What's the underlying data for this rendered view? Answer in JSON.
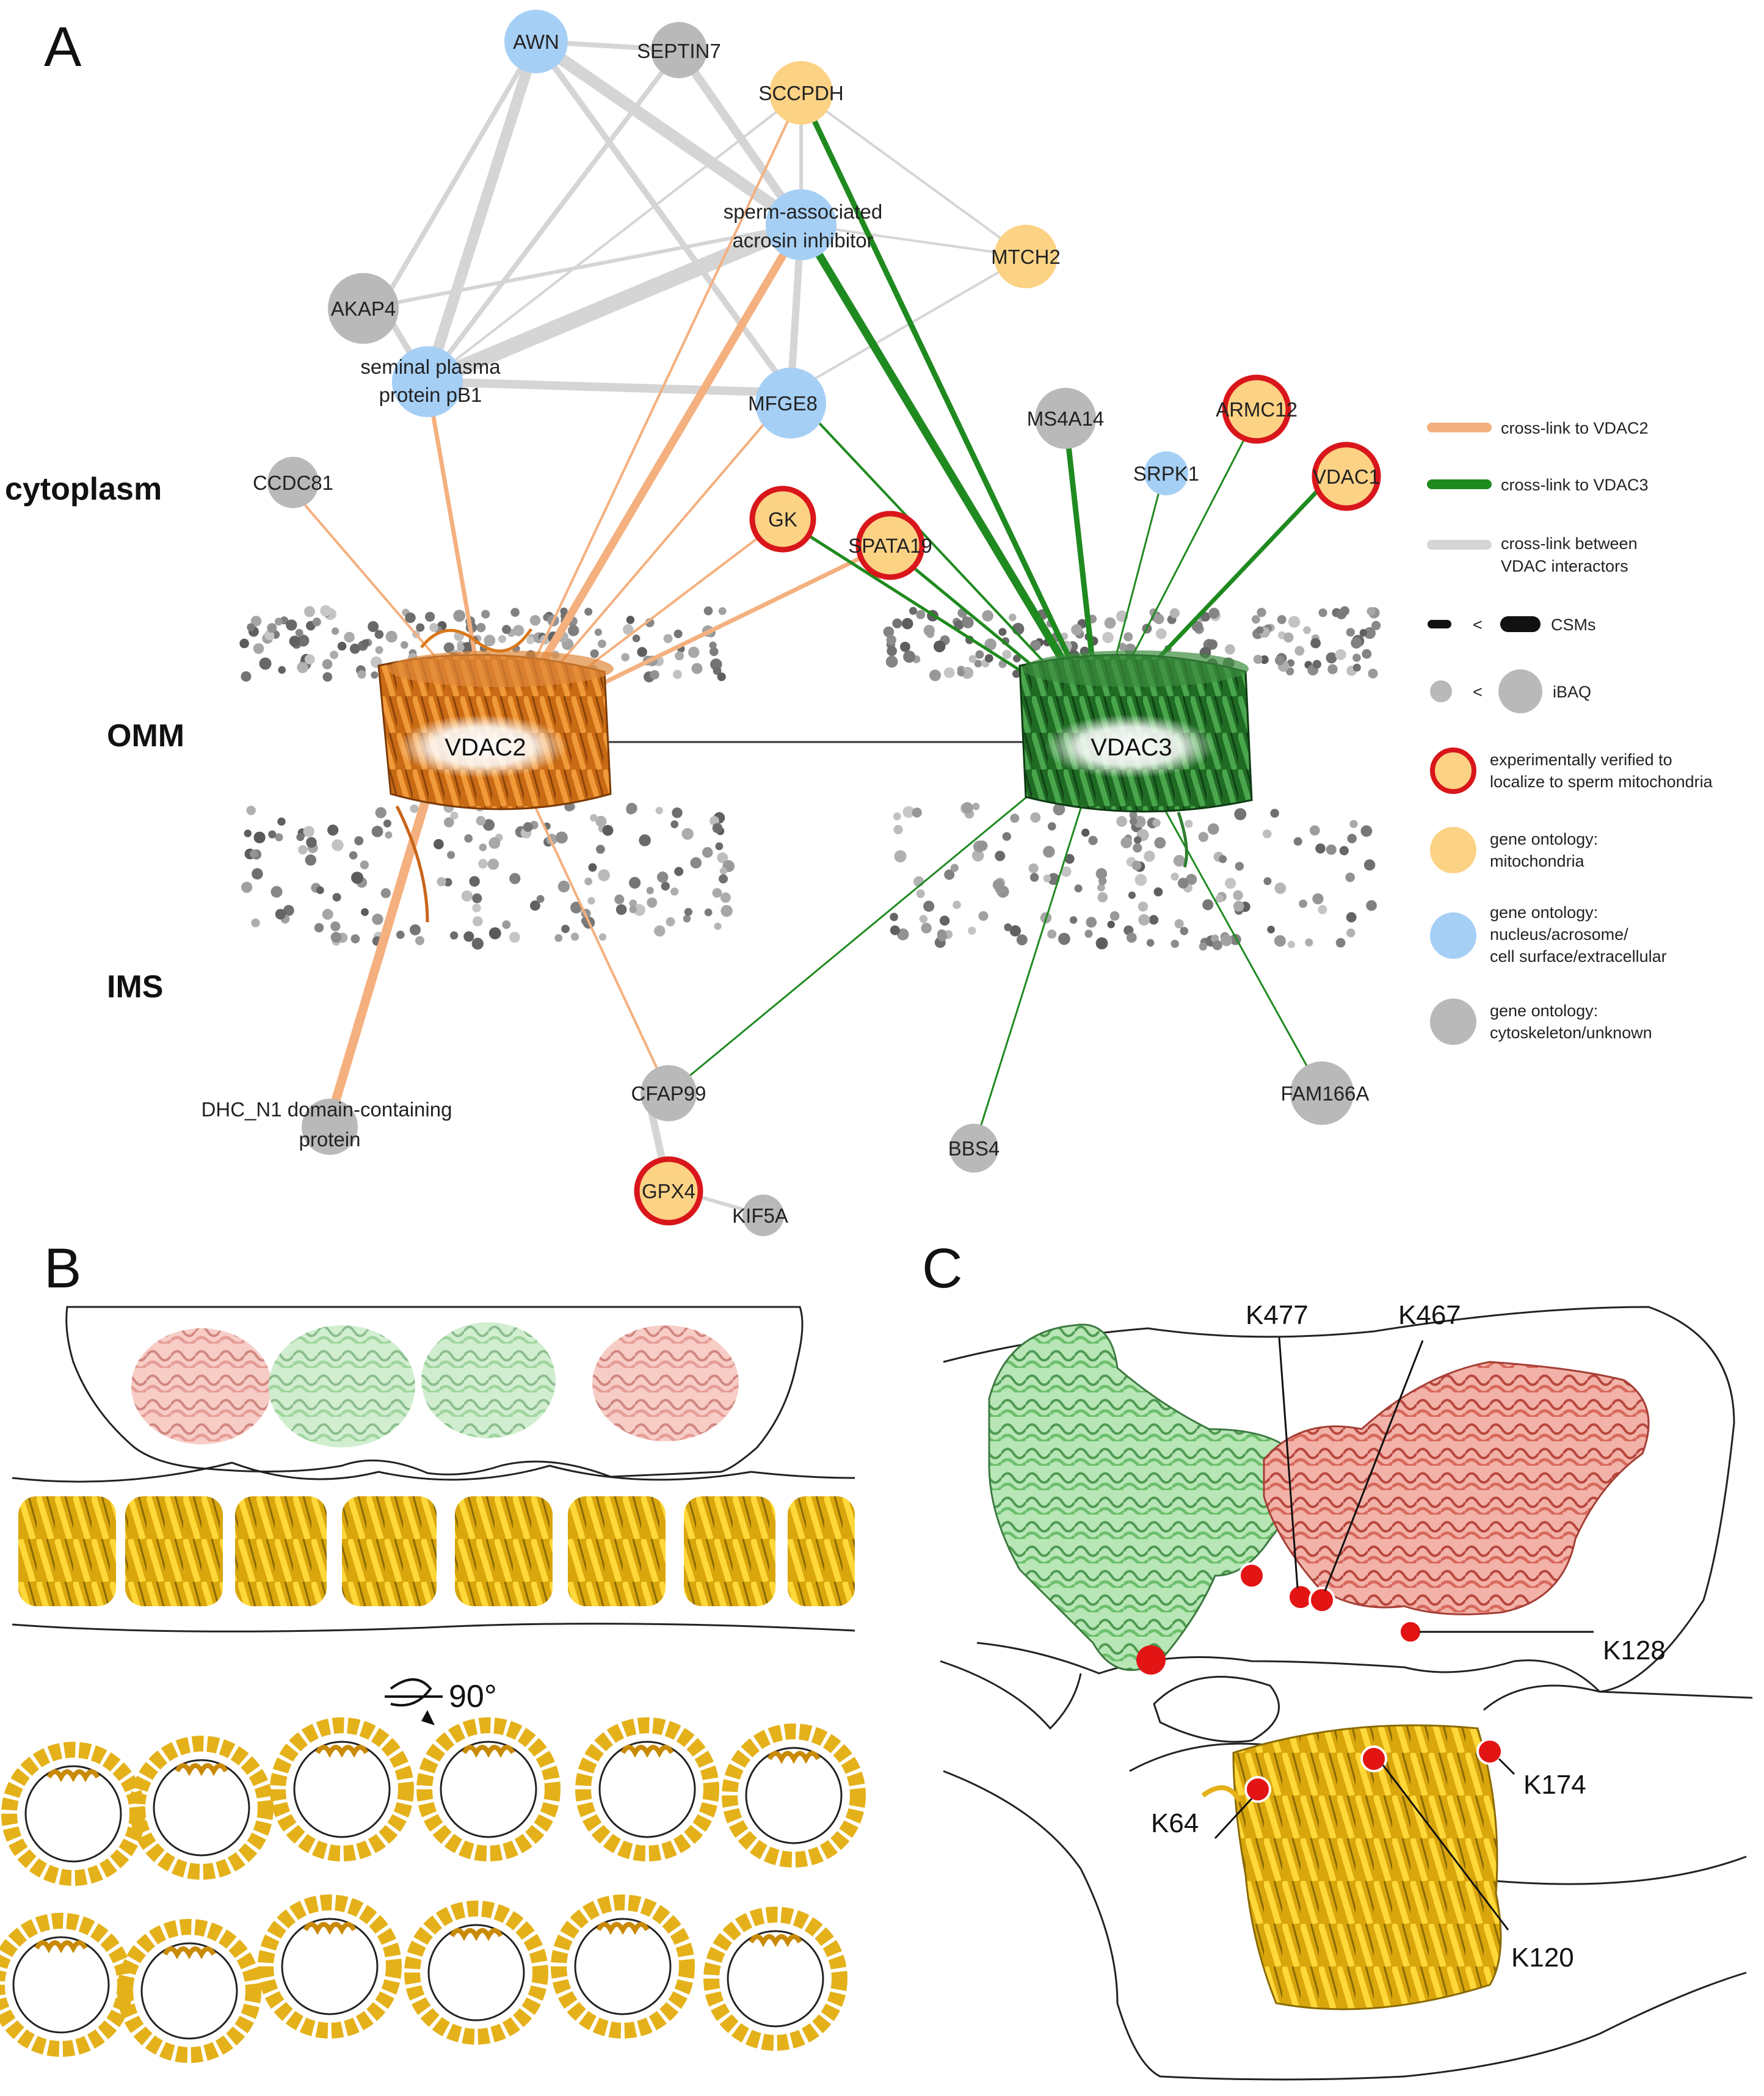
{
  "panels": {
    "a": "A",
    "b": "B",
    "c": "C"
  },
  "regions": {
    "cytoplasm": "cytoplasm",
    "omm": "OMM",
    "ims": "IMS"
  },
  "colors": {
    "vdac2_link": "#f4b07e",
    "vdac3_link": "#1f8a1f",
    "interactor_link": "#d5d5d5",
    "mito": "#fcd285",
    "nucleus": "#a6cff5",
    "cyto": "#b9b9b9",
    "verified_ring": "#d9161b",
    "vdac2_protein": "#d9781a",
    "vdac3_protein": "#2e7d2e",
    "vdac_yellow": "#f2c419",
    "green_protein": "#8fd18f",
    "salmon_protein": "#e3766b"
  },
  "hubs": {
    "vdac2": "VDAC2",
    "vdac3": "VDAC3"
  },
  "nodes": {
    "awn": "AWN",
    "septin7": "SEPTIN7",
    "sccpdh": "SCCPDH",
    "spai_1": "sperm-associated",
    "spai_2": "acrosin inhibitor",
    "mtch2": "MTCH2",
    "akap4": "AKAP4",
    "pb1_1": "seminal plasma",
    "pb1_2": "protein pB1",
    "mfge8": "MFGE8",
    "ms4a14": "MS4A14",
    "armc12": "ARMC12",
    "srpk1": "SRPK1",
    "vdac1": "VDAC1",
    "ccdc81": "CCDC81",
    "gk": "GK",
    "spata19": "SPATA19",
    "dhc_1": "DHC_N1 domain-containing",
    "dhc_2": "protein",
    "cfap99": "CFAP99",
    "bbs4": "BBS4",
    "fam166a": "FAM166A",
    "gpx4": "GPX4",
    "kif5a": "KIF5A"
  },
  "legend": {
    "vdac2": "cross-link to VDAC2",
    "vdac3": "cross-link to VDAC3",
    "between_1": "cross-link between",
    "between_2": "VDAC interactors",
    "csms_lt": "<",
    "csms": "CSMs",
    "ibaq_lt": "<",
    "ibaq": "iBAQ",
    "verified_1": "experimentally verified to",
    "verified_2": "localize to sperm mitochondria",
    "mito_1": "gene ontology:",
    "mito_2": "mitochondria",
    "nucleus_1": "gene ontology:",
    "nucleus_2": "nucleus/acrosome/",
    "nucleus_3": "cell surface/extracellular",
    "cyto_1": "gene ontology:",
    "cyto_2": "cytoskeleton/unknown"
  },
  "panel_b": {
    "rotation": "90°"
  },
  "panel_c": {
    "k477": "K477",
    "k467": "K467",
    "k128": "K128",
    "k174": "K174",
    "k64": "K64",
    "k120": "K120"
  }
}
